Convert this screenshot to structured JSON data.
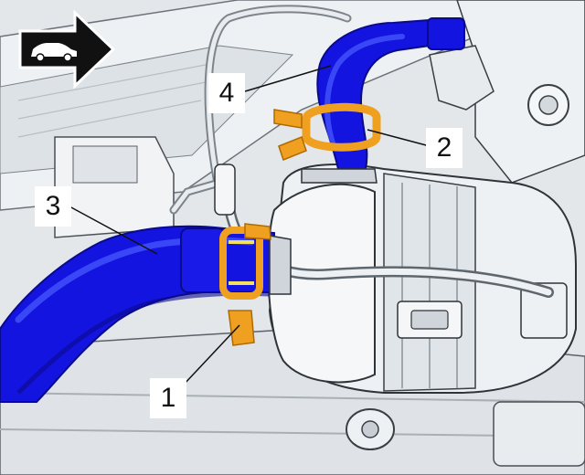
{
  "colors": {
    "background": "#e3e7ea",
    "engine_light": "#f4f6f7",
    "engine_mid": "#d4d9dd",
    "engine_dark": "#9aa3aa",
    "outline": "#3a3f44",
    "hose": "#1414e0",
    "hose_dark": "#0a0a8c",
    "hose_highlight": "#4a5cff",
    "clamp": "#f0a020",
    "clamp_dark": "#b06a00",
    "clamp_yellow": "#f4e060"
  },
  "direction_indicator": {
    "icon": "car-front-arrow-icon"
  },
  "callouts": [
    {
      "id": "1",
      "text": "1"
    },
    {
      "id": "2",
      "text": "2"
    },
    {
      "id": "3",
      "text": "3"
    },
    {
      "id": "4",
      "text": "4"
    }
  ]
}
